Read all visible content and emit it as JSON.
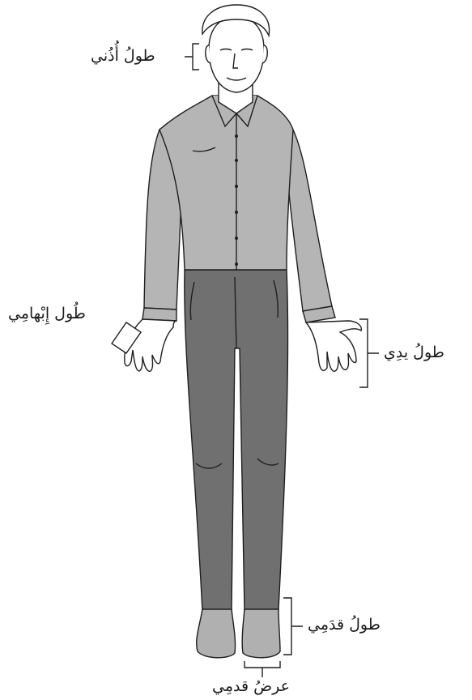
{
  "labels": {
    "ear_length": "طولُ أُذُني",
    "thumb_length": "طُول إِبْهامِي",
    "hand_length": "طولُ يدِي",
    "foot_length": "طولُ قدَمِي",
    "foot_width": "عرضُ قدمِي"
  },
  "colors": {
    "shirt": "#b5b5b5",
    "pants": "#707070",
    "skin": "#ffffff",
    "feet": "#b0b0b0",
    "line": "#1f1f1f"
  }
}
